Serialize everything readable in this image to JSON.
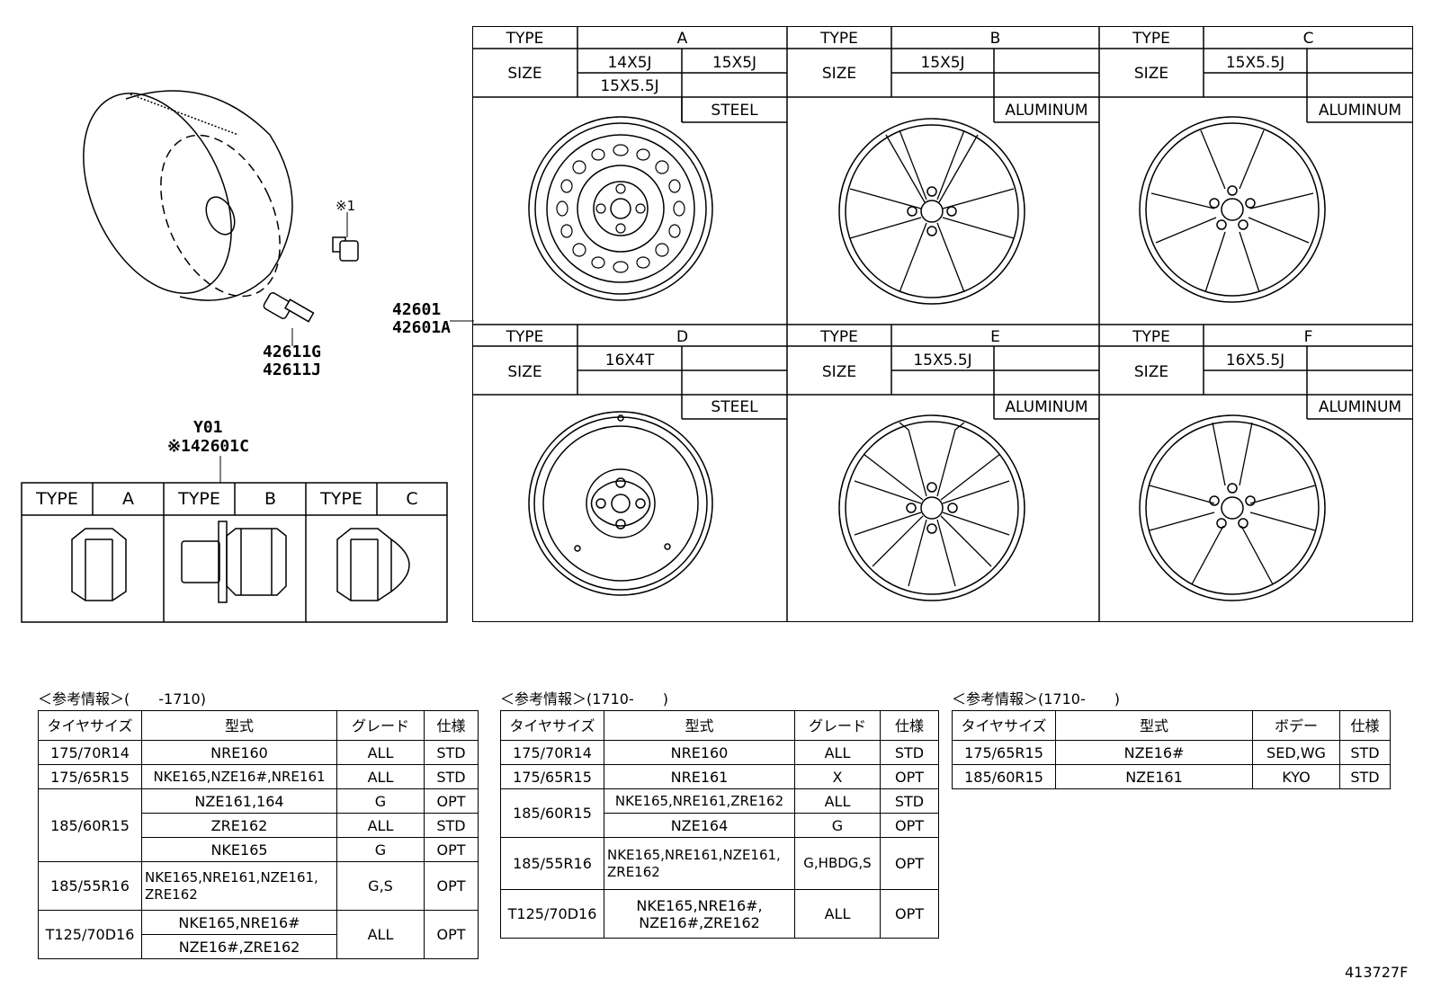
{
  "parts": {
    "wheel_nums": [
      "42601",
      "42601A"
    ],
    "valve_nums": [
      "42611G",
      "42611J"
    ],
    "note_mark": "※1",
    "nut_header": "Y01",
    "nut_num": "※142601C",
    "diagram_id": "413727F"
  },
  "wheel_grid": {
    "type_label": "TYPE",
    "size_label": "SIZE",
    "top": [
      {
        "type": "A",
        "sizes": [
          "14X5J",
          "15X5J",
          "15X5.5J",
          ""
        ],
        "material": "STEEL"
      },
      {
        "type": "B",
        "sizes": [
          "15X5J",
          "",
          "",
          ""
        ],
        "material": "ALUMINUM"
      },
      {
        "type": "C",
        "sizes": [
          "15X5.5J",
          "",
          "",
          ""
        ],
        "material": "ALUMINUM"
      }
    ],
    "bottom": [
      {
        "type": "D",
        "sizes": [
          "16X4T",
          "",
          "",
          ""
        ],
        "material": "STEEL"
      },
      {
        "type": "E",
        "sizes": [
          "15X5.5J",
          "",
          "",
          ""
        ],
        "material": "ALUMINUM"
      },
      {
        "type": "F",
        "sizes": [
          "16X5.5J",
          "",
          "",
          ""
        ],
        "material": "ALUMINUM"
      }
    ]
  },
  "nut_grid": {
    "type_label": "TYPE",
    "types": [
      "A",
      "B",
      "C"
    ]
  },
  "ref1": {
    "title": "＜参考情報＞(　　-1710)",
    "headers": [
      "タイヤサイズ",
      "型式",
      "グレード",
      "仕様"
    ],
    "r1": [
      "175/70R14",
      "NRE160",
      "ALL",
      "STD"
    ],
    "r2": [
      "175/65R15",
      "NKE165,NZE16#,NRE161",
      "ALL",
      "STD"
    ],
    "r3size": "185/60R15",
    "r3": [
      "NZE161,164",
      "G",
      "OPT"
    ],
    "r4": [
      "ZRE162",
      "ALL",
      "STD"
    ],
    "r5": [
      "NKE165",
      "G",
      "OPT"
    ],
    "r6": [
      "185/55R16",
      "NKE165,NRE161,NZE161,",
      "ZRE162",
      "G,S",
      "OPT"
    ],
    "r7size": "T125/70D16",
    "r7": [
      "NKE165,NRE16#",
      "NZE16#,ZRE162",
      "ALL",
      "OPT"
    ]
  },
  "ref2": {
    "title": "＜参考情報＞(1710-　　)",
    "headers": [
      "タイヤサイズ",
      "型式",
      "グレード",
      "仕様"
    ],
    "r1": [
      "175/70R14",
      "NRE160",
      "ALL",
      "STD"
    ],
    "r2": [
      "175/65R15",
      "NRE161",
      "X",
      "OPT"
    ],
    "r3size": "185/60R15",
    "r3": [
      "NKE165,NRE161,ZRE162",
      "ALL",
      "STD"
    ],
    "r4": [
      "NZE164",
      "G",
      "OPT"
    ],
    "r5": [
      "185/55R16",
      "NKE165,NRE161,NZE161,",
      "ZRE162",
      "G,HBDG,S",
      "OPT"
    ],
    "r6": [
      "T125/70D16",
      "NKE165,NRE16#,",
      "NZE16#,ZRE162",
      "ALL",
      "OPT"
    ]
  },
  "ref3": {
    "title": "＜参考情報＞(1710-　　)",
    "headers": [
      "タイヤサイズ",
      "型式",
      "ボデー",
      "仕様"
    ],
    "r1": [
      "175/65R15",
      "NZE16#",
      "SED,WG",
      "STD"
    ],
    "r2": [
      "185/60R15",
      "NZE161",
      "KYO",
      "STD"
    ]
  }
}
